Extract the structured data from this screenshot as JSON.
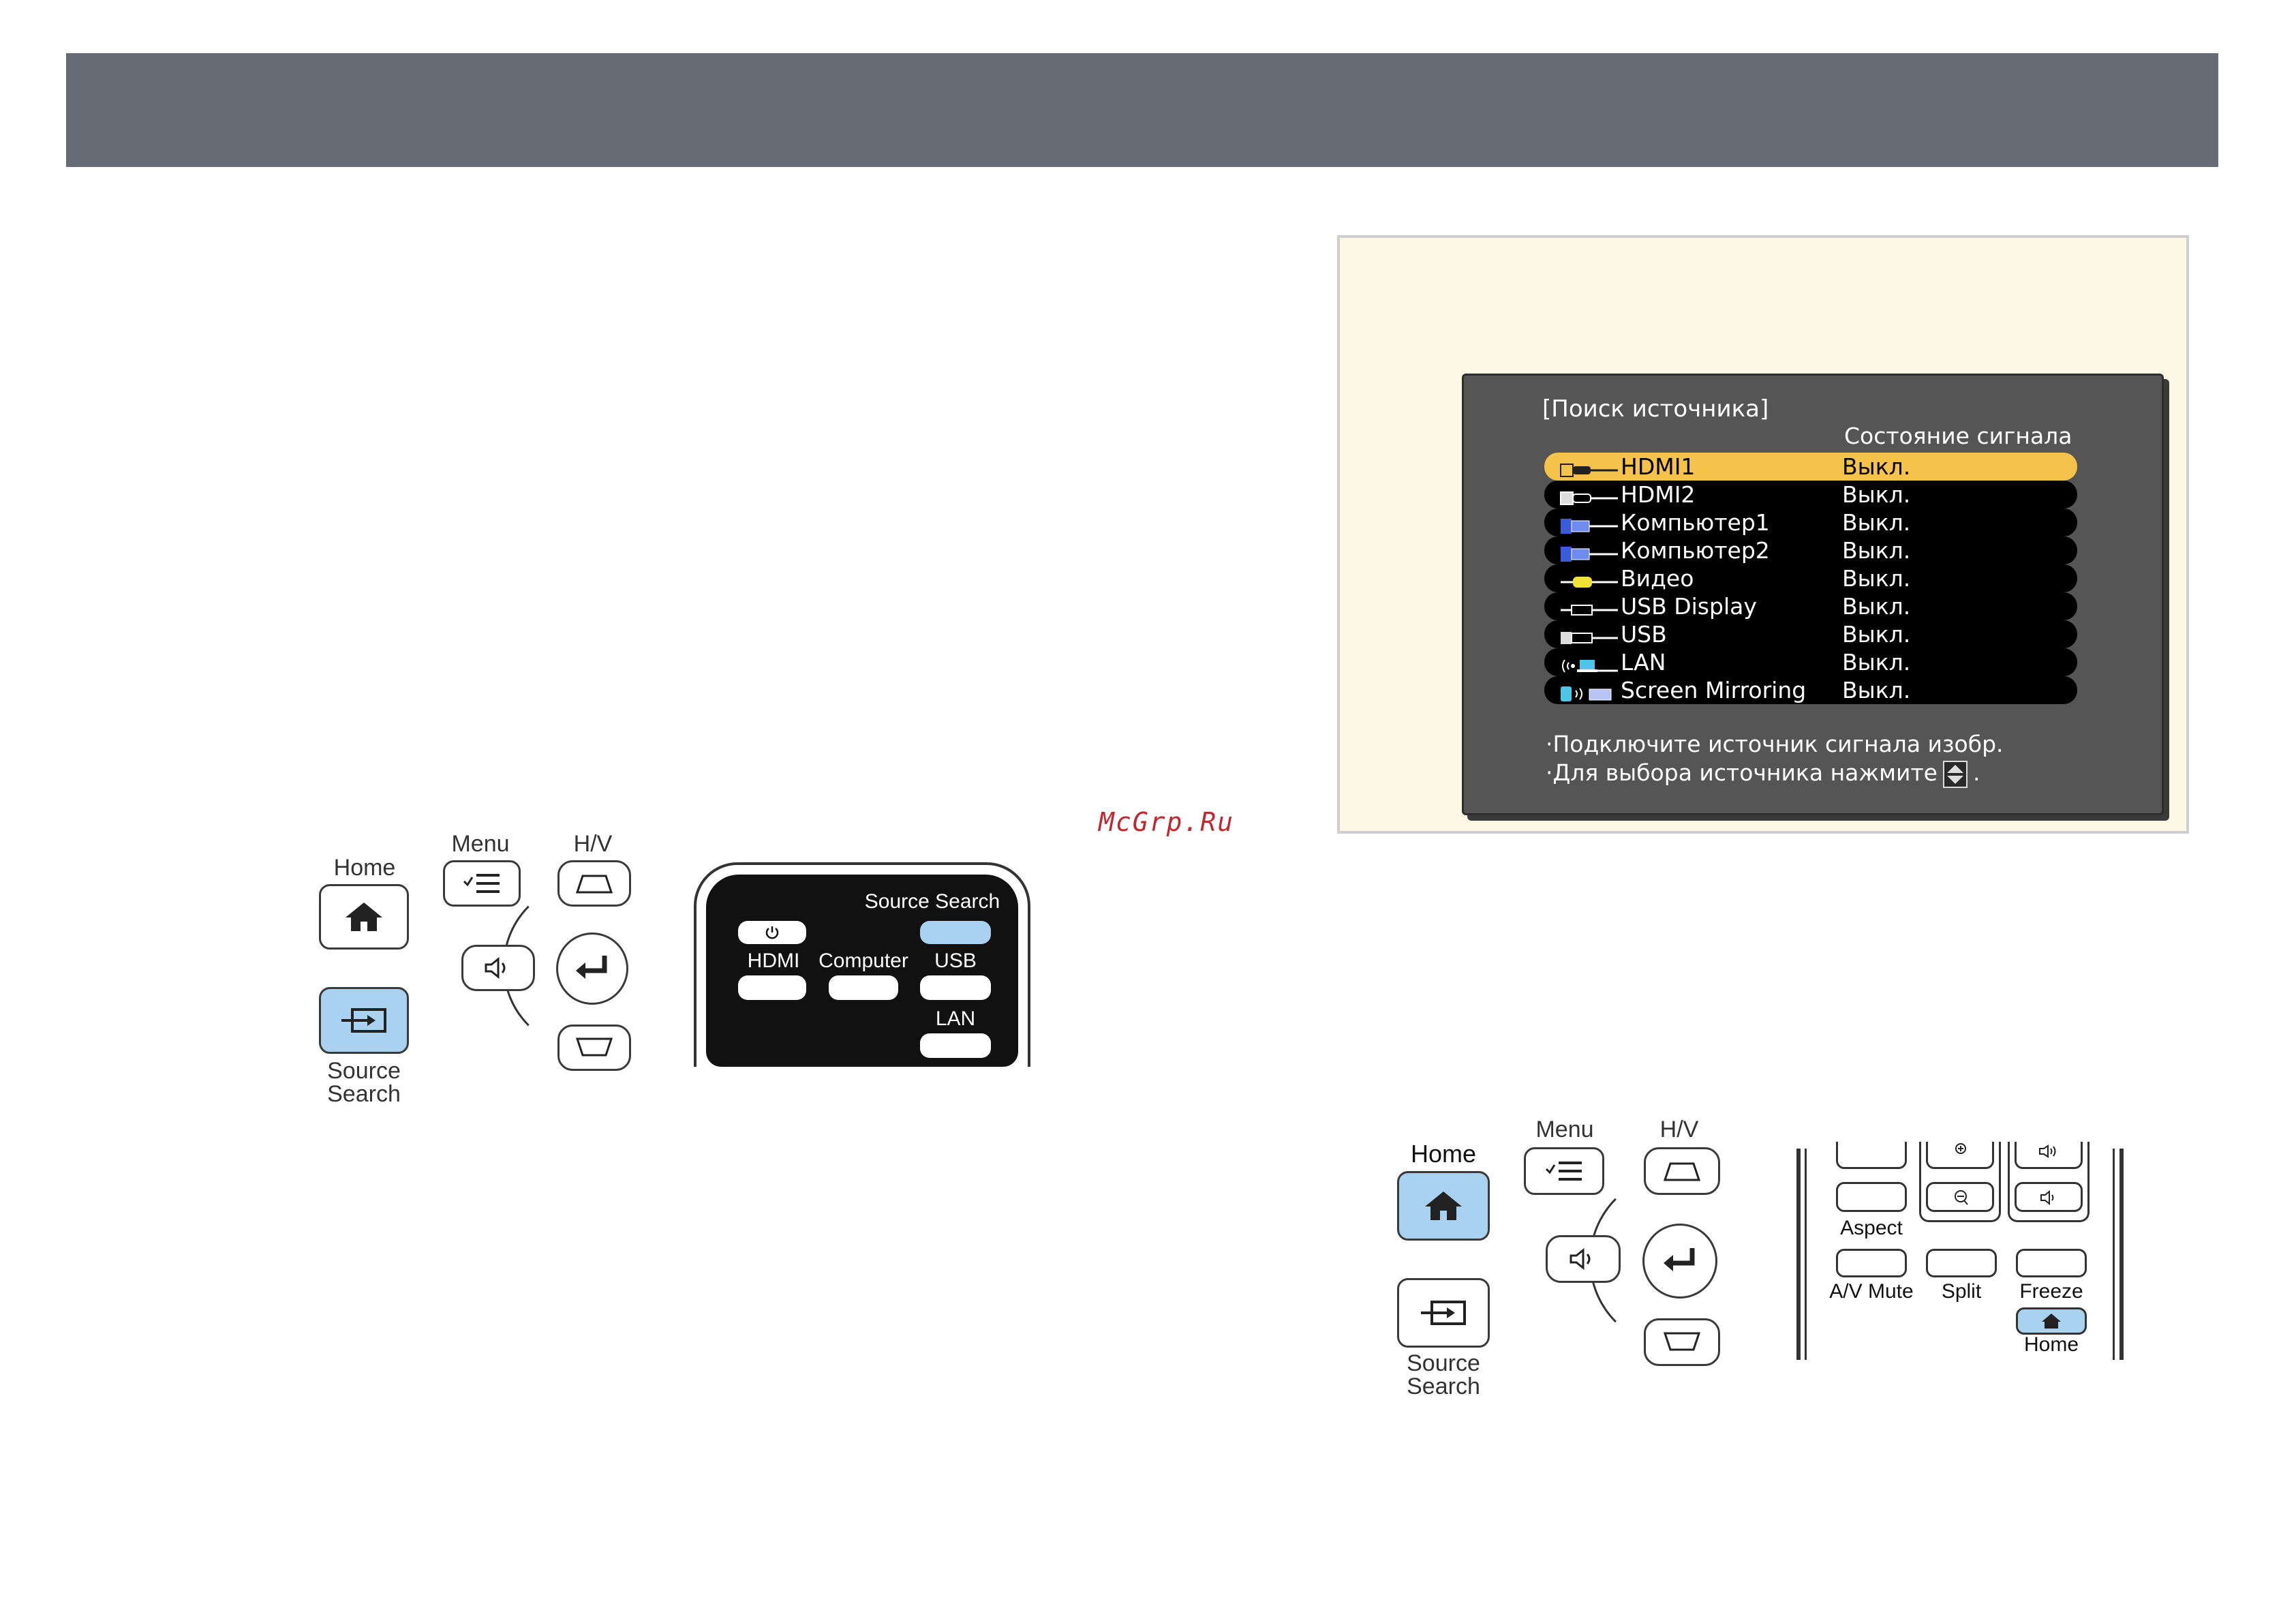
{
  "watermark": "McGrp.Ru",
  "panel_left": {
    "home": "Home",
    "menu": "Menu",
    "hv": "H/V",
    "source_search": [
      "Source",
      "Search"
    ]
  },
  "remote_left": {
    "source_search": "Source Search",
    "hdmi": "HDMI",
    "computer": "Computer",
    "usb": "USB",
    "lan": "LAN"
  },
  "osd": {
    "title": "[Поиск источника]",
    "status_header": "Состояние сигнала",
    "rows": [
      {
        "name": "HDMI1",
        "status": "Выкл.",
        "icon": "hdmi-icon",
        "selected": true
      },
      {
        "name": "HDMI2",
        "status": "Выкл.",
        "icon": "hdmi-icon",
        "selected": false
      },
      {
        "name": "Компьютер1",
        "status": "Выкл.",
        "icon": "computer-icon",
        "selected": false
      },
      {
        "name": "Компьютер2",
        "status": "Выкл.",
        "icon": "computer-icon",
        "selected": false
      },
      {
        "name": "Видео",
        "status": "Выкл.",
        "icon": "video-icon",
        "selected": false
      },
      {
        "name": "USB Display",
        "status": "Выкл.",
        "icon": "usb-icon",
        "selected": false
      },
      {
        "name": "USB",
        "status": "Выкл.",
        "icon": "usb-icon",
        "selected": false
      },
      {
        "name": "LAN",
        "status": "Выкл.",
        "icon": "lan-icon",
        "selected": false
      },
      {
        "name": "Screen Mirroring",
        "status": "Выкл.",
        "icon": "screen-mirroring-icon",
        "selected": false
      }
    ],
    "note1": "·Подключите источник сигнала изобр.",
    "note2_pre": "·Для выбора источника нажмите",
    "note2_post": "."
  },
  "panel_right": {
    "home": "Home",
    "menu": "Menu",
    "hv": "H/V",
    "source_search": [
      "Source",
      "Search"
    ]
  },
  "remote_right": {
    "aspect": "Aspect",
    "av_mute": "A/V Mute",
    "split": "Split",
    "freeze": "Freeze",
    "home": "Home"
  },
  "colors": {
    "header": "#676b75",
    "highlight_button": "#a9d1f0",
    "osd_selected": "#f6c34a",
    "tip_background": "#fdf8e6",
    "watermark": "#c0282f"
  }
}
